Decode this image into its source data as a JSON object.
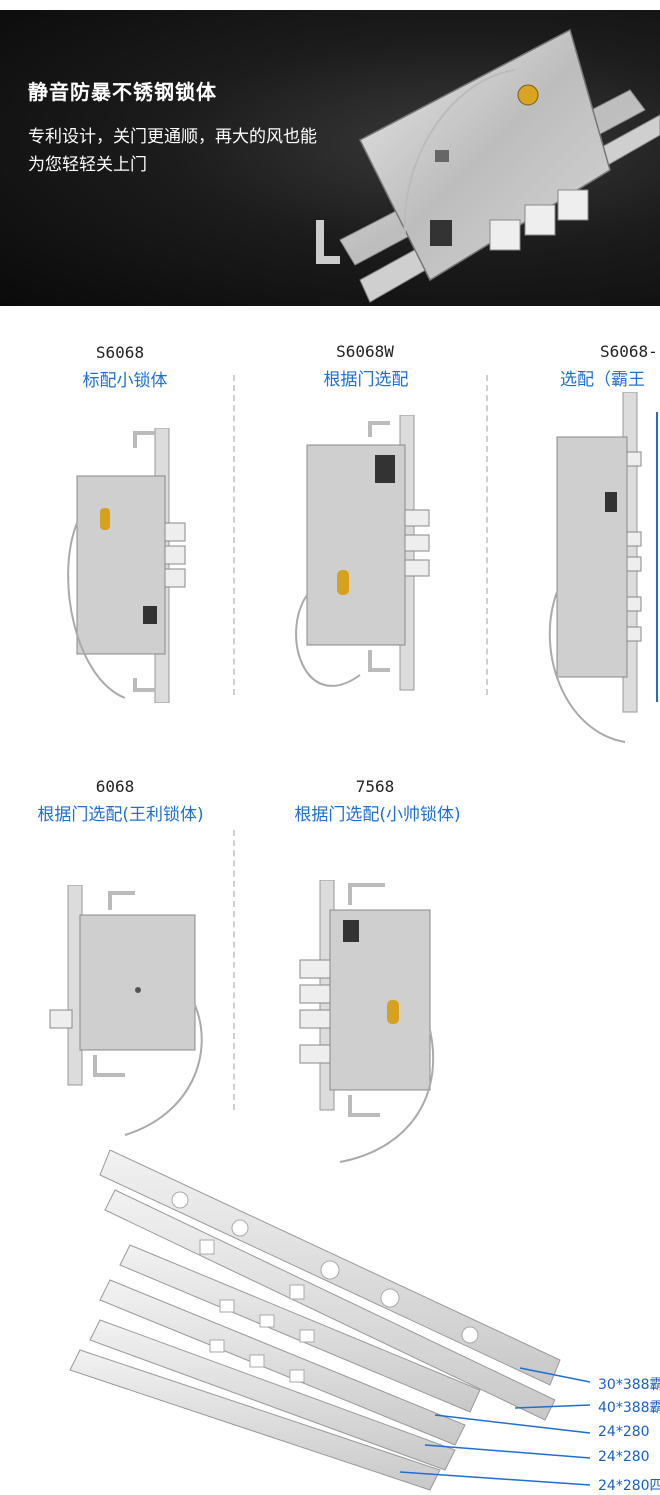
{
  "banner": {
    "title": "静音防暴不锈钢锁体",
    "subtitle": "专利设计，关门更通顺，再大的风也能为您轻轻关上门"
  },
  "products": [
    {
      "model": "S6068",
      "caption": "标配小锁体"
    },
    {
      "model": "S6068W",
      "caption": "根据门选配"
    },
    {
      "model": "S6068-",
      "caption": "选配（霸王"
    },
    {
      "model": "6068",
      "caption": "根据门选配(王利锁体)"
    },
    {
      "model": "7568",
      "caption": "根据门选配(小帅锁体)"
    }
  ],
  "plate_sizes": [
    "30*388霸",
    "40*388霸",
    "24*280",
    "24*280",
    "24*280四"
  ],
  "colors": {
    "caption": "#1f6fd0",
    "banner_bg": "#111111",
    "size_label": "#1a5fc4"
  }
}
